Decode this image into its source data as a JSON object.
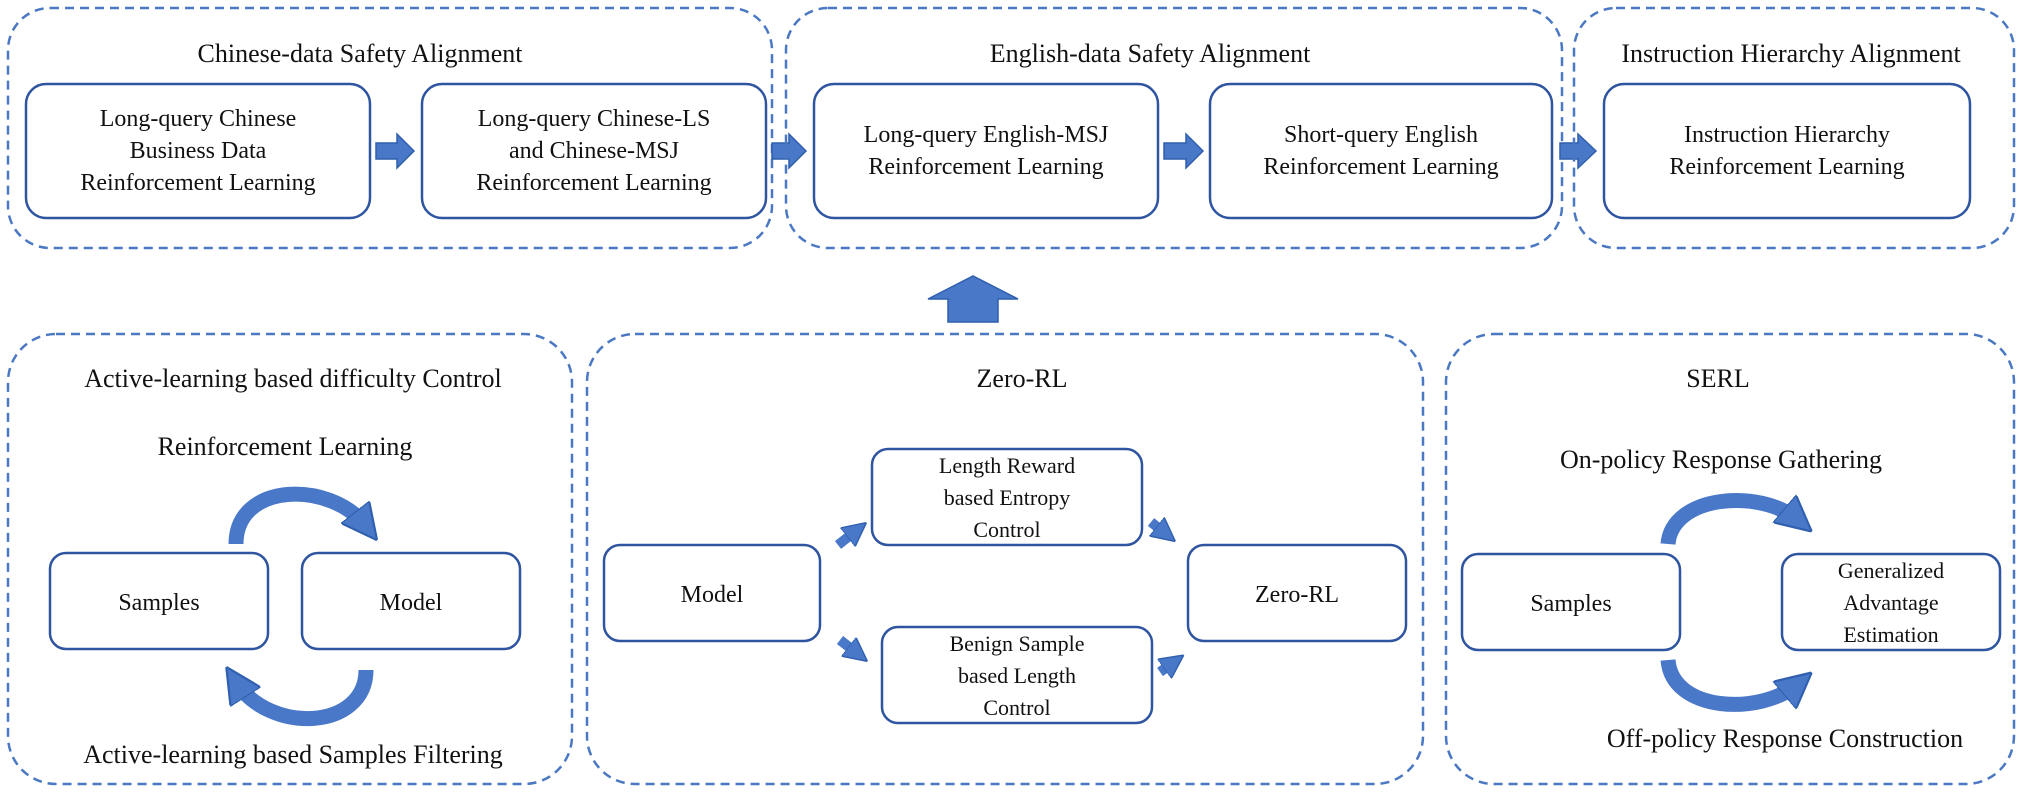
{
  "panels": {
    "chinese_title": "Chinese-data Safety Alignment",
    "english_title": "English-data Safety Alignment",
    "hierarchy_title": "Instruction Hierarchy Alignment",
    "active_title": "Active-learning based difficulty Control",
    "zero_title": "Zero-RL",
    "serl_title": "SERL"
  },
  "top_steps": {
    "cn_business": [
      "Long-query Chinese",
      "Business Data",
      "Reinforcement Learning"
    ],
    "cn_ls_msj": [
      "Long-query Chinese-LS",
      "and Chinese-MSJ",
      "Reinforcement Learning"
    ],
    "en_msj": [
      "Long-query English-MSJ",
      "Reinforcement Learning"
    ],
    "en_short": [
      "Short-query English",
      "Reinforcement Learning"
    ],
    "hierarchy": [
      "Instruction Hierarchy",
      "Reinforcement Learning"
    ]
  },
  "active": {
    "top_label": "Reinforcement Learning",
    "samples": "Samples",
    "model": "Model",
    "bottom_label": "Active-learning based Samples Filtering"
  },
  "zero": {
    "model": "Model",
    "length_reward": [
      "Length Reward",
      "based Entropy",
      "Control"
    ],
    "benign": [
      "Benign Sample",
      "based Length",
      "Control"
    ],
    "result": "Zero-RL"
  },
  "serl": {
    "top_label": "On-policy Response Gathering",
    "samples": "Samples",
    "gae": [
      "Generalized",
      "Advantage",
      "Estimation"
    ],
    "bottom_label": "Off-policy Response Construction"
  }
}
